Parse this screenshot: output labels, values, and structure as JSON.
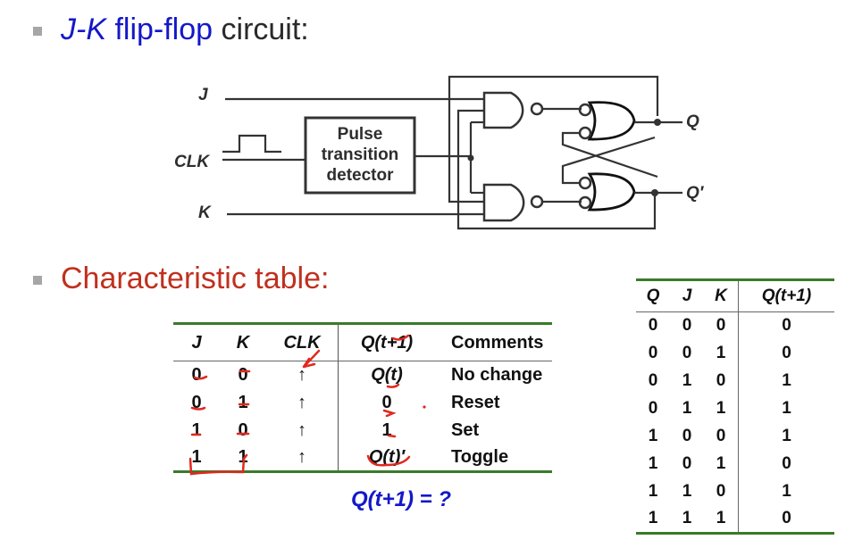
{
  "section1": {
    "bullet_icon": "square-bullet-icon",
    "title_part1": "J-K",
    "title_part2": " flip-flop",
    "title_part3": " circuit:"
  },
  "circuit": {
    "inputs": {
      "j": "J",
      "clk": "CLK",
      "k": "K"
    },
    "detector_lines": [
      "Pulse",
      "transition",
      "detector"
    ],
    "outputs": {
      "q": "Q",
      "q_bar": "Q′"
    }
  },
  "section2": {
    "bullet_icon": "square-bullet-icon",
    "title": "Characteristic table:"
  },
  "char_table": {
    "headers": [
      "J",
      "K",
      "CLK",
      "Q(t+1)",
      "Comments"
    ],
    "rows": [
      [
        "0",
        "0",
        "↑",
        "Q(t)",
        "No change"
      ],
      [
        "0",
        "1",
        "↑",
        "0",
        "Reset"
      ],
      [
        "1",
        "0",
        "↑",
        "1",
        "Set"
      ],
      [
        "1",
        "1",
        "↑",
        "Q(t)′",
        "Toggle"
      ]
    ]
  },
  "formula": "Q(t+1) = ?",
  "truth_table": {
    "headers": [
      "Q",
      "J",
      "K",
      "Q(t+1)"
    ],
    "rows": [
      [
        "0",
        "0",
        "0",
        "0"
      ],
      [
        "0",
        "0",
        "1",
        "0"
      ],
      [
        "0",
        "1",
        "0",
        "1"
      ],
      [
        "0",
        "1",
        "1",
        "1"
      ],
      [
        "1",
        "0",
        "0",
        "1"
      ],
      [
        "1",
        "0",
        "1",
        "0"
      ],
      [
        "1",
        "1",
        "0",
        "1"
      ],
      [
        "1",
        "1",
        "1",
        "0"
      ]
    ]
  },
  "colors": {
    "accent_blue": "#1418c8",
    "heading_red": "#c0301e",
    "table_rule_green": "#3a7a2a",
    "annotation_red": "#e0281e"
  }
}
